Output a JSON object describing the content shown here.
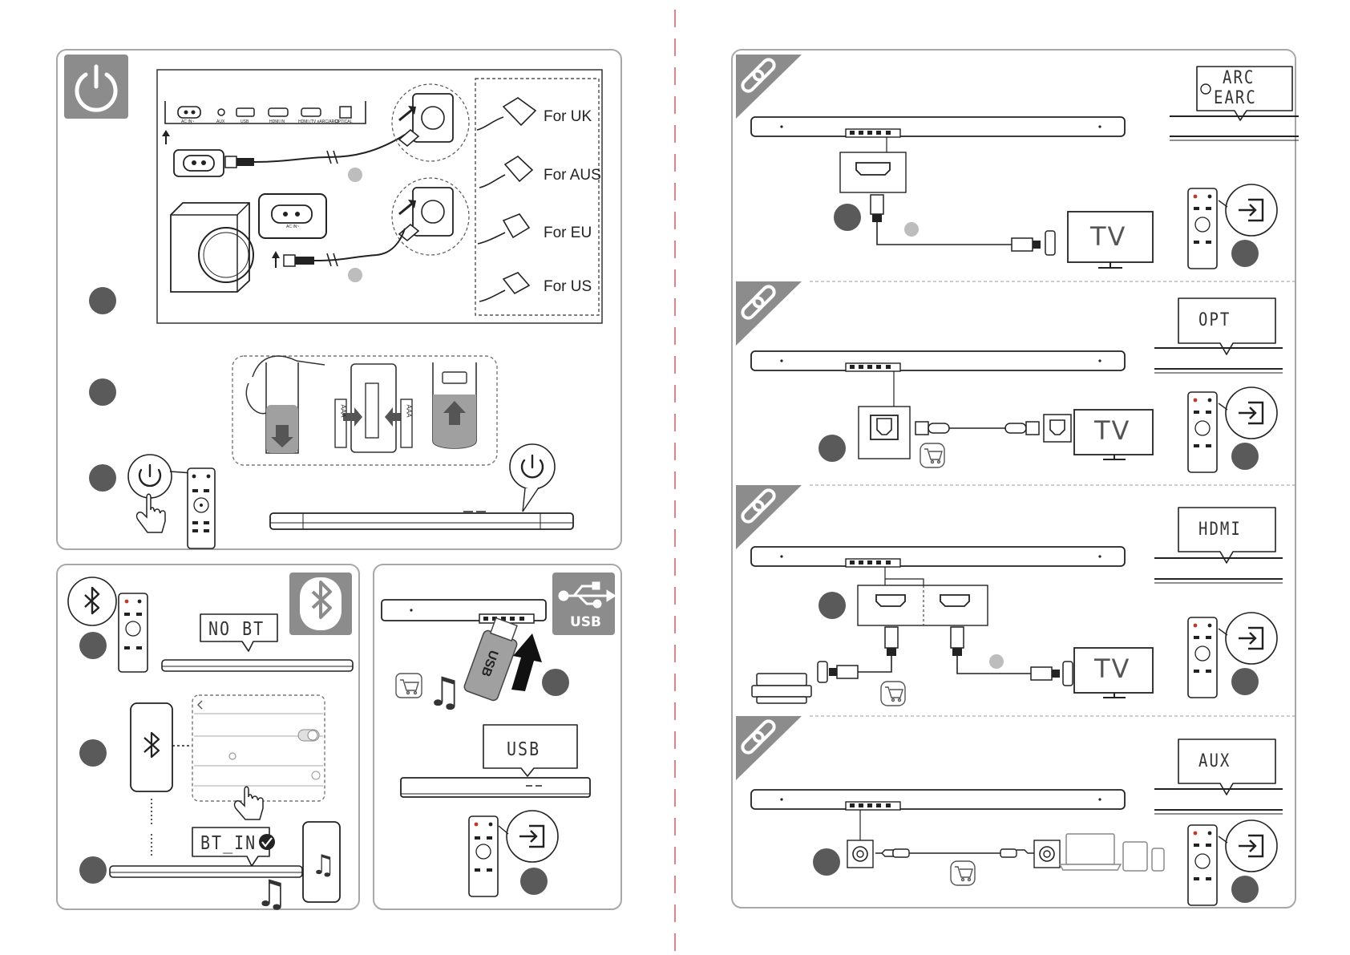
{
  "plug_types": {
    "uk": "For UK",
    "aus": "For AUS",
    "eu": "For EU",
    "us": "For US"
  },
  "port_labels": {
    "ac_in": "AC IN~",
    "aux": "AUX",
    "usb": "USB",
    "hdmi_in": "HDMI IN",
    "hdmi_tv": "HDMI (TV eARC/ARC)",
    "optical": "OPTICAL",
    "sub_ac_in": "AC IN~"
  },
  "battery_label": "AAA",
  "usb_badge": "USB",
  "usb_stick_label": "USB",
  "displays": {
    "no_bt": "NO BT",
    "bt_in": "BT_IN",
    "usb": "USB",
    "arc": "ARC",
    "earc": "EARC",
    "opt": "OPT",
    "hdmi": "HDMI",
    "aux": "AUX"
  },
  "tv_label": "TV",
  "colors": {
    "panel_border": "#a8a8a8",
    "badge_gray": "#8c8c8c",
    "step_dot": "#5a5a5a",
    "divider_red": "#e0606e"
  },
  "icons": {
    "power": "power-icon",
    "bluetooth": "bluetooth-icon",
    "usb": "usb-icon",
    "link": "link-icon",
    "input": "input-source-icon",
    "cart": "cart-icon",
    "music": "music-note-icon",
    "hand": "hand-pointer-icon",
    "check": "check-icon"
  }
}
